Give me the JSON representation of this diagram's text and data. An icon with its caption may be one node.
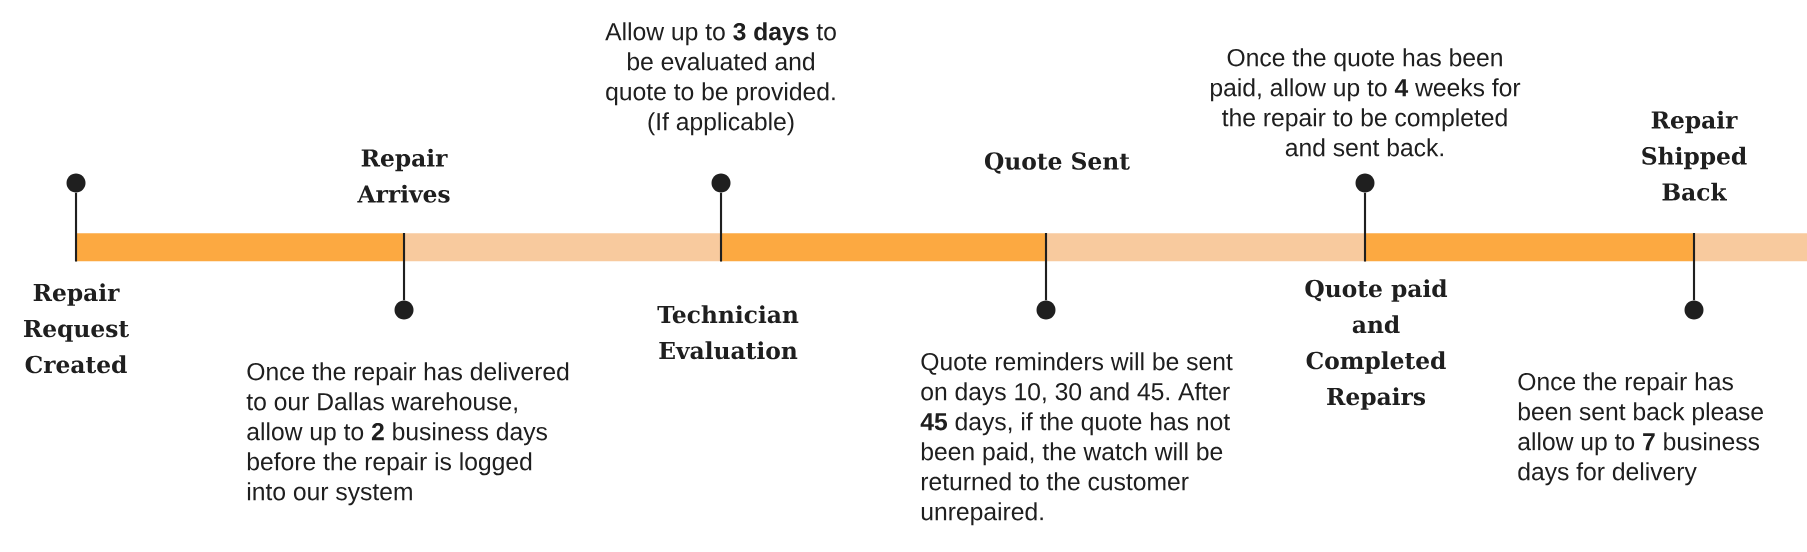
{
  "diagram": {
    "nodes": [
      {
        "text": [],
        "shape": "circle"
      },
      {
        "text": [],
        "shape": "circle",
        "beside": [
          "Once the repair has delivered to our Dallas warehouse, allow up to **2** business days before the repair is logged into our system"
        ]
      },
      {
        "text": [],
        "shape": "circle",
        "beside": [
          "Allow up to **3 days** to be evaluated and quote to be provided. (If applicable)"
        ]
      },
      {
        "text": [],
        "shape": "circle",
        "beside": [
          "Quote reminders will be sent on days 10, 30 and 45. After **45** days, if the quote has not been paid, the watch will be returned to the customer unrepaired."
        ]
      },
      {
        "text": [],
        "shape": "circle",
        "beside": [
          "Once the quote has been paid, allow up to **4** weeks for the repair to be completed and sent back."
        ]
      },
      {
        "text": [],
        "shape": "circle",
        "beside": [
          "Once the repair has been sent back please allow up to **7** business days for delivery"
        ]
      },
      {
        "text": [],
        "shape": "bar"
      },
      {
        "text": [],
        "shape": "bar"
      },
      {
        "text": [],
        "shape": "bar"
      },
      {
        "text": [],
        "shape": "bar"
      },
      {
        "text": [],
        "shape": "bar"
      },
      {
        "text": [],
        "shape": "bar"
      }
    ],
    "edges": [
      {
        "from": 0,
        "to": 6,
        "arrow": "none"
      },
      {
        "from": 1,
        "to": 7,
        "arrow": "none"
      },
      {
        "from": 2,
        "to": 8,
        "arrow": "none"
      },
      {
        "from": 3,
        "to": 9,
        "arrow": "none"
      },
      {
        "from": 4,
        "to": 10,
        "arrow": "none"
      },
      {
        "from": 5,
        "to": 11,
        "arrow": "none"
      }
    ],
    "labels": [
      "Repair Request Created",
      "Repair Arrives",
      "Technician Evaluation",
      "Quote Sent",
      "Quote paid and Completed Repairs",
      "Repair Shipped Back"
    ]
  }
}
